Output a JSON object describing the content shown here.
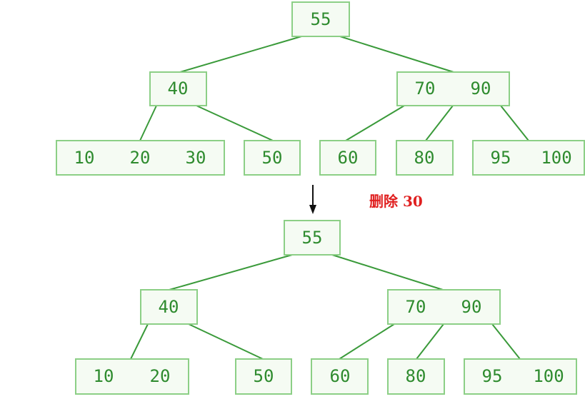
{
  "operation_label": "删除 30",
  "before_tree": {
    "root": [
      "55"
    ],
    "level1": [
      [
        "40"
      ],
      [
        "70",
        "90"
      ]
    ],
    "leaves": [
      [
        "10",
        "20",
        "30"
      ],
      [
        "50"
      ],
      [
        "60"
      ],
      [
        "80"
      ],
      [
        "95",
        "100"
      ]
    ]
  },
  "after_tree": {
    "root": [
      "55"
    ],
    "level1": [
      [
        "40"
      ],
      [
        "70",
        "90"
      ]
    ],
    "leaves": [
      [
        "10",
        "20"
      ],
      [
        "50"
      ],
      [
        "60"
      ],
      [
        "80"
      ],
      [
        "95",
        "100"
      ]
    ]
  },
  "colors": {
    "node_border": "#8ccf86",
    "node_fill": "#f5fbf3",
    "node_text": "#2e8b2e",
    "edge": "#3a9a3a",
    "arrow": "#111111",
    "label": "#e02020"
  }
}
